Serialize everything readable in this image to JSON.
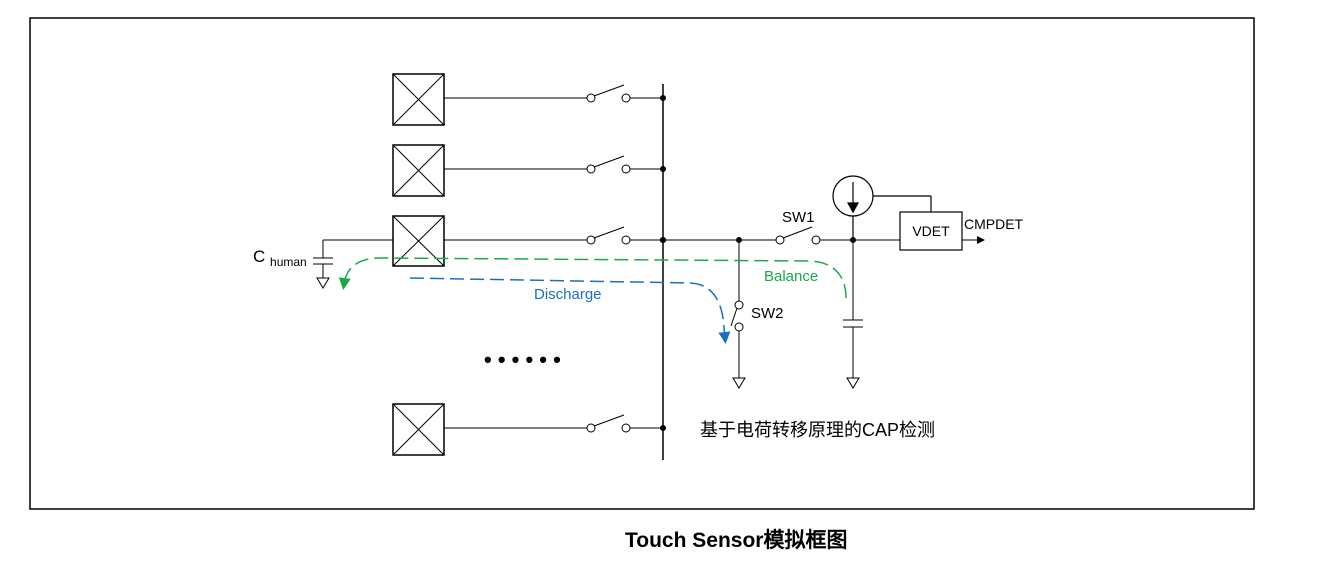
{
  "labels": {
    "c_human_main": "C",
    "c_human_sub": "human",
    "sw1": "SW1",
    "sw2": "SW2",
    "vdet": "VDET",
    "cmpdet": "CMPDET",
    "balance": "Balance",
    "discharge": "Discharge",
    "dots": "• • • • • •",
    "principle": "基于电荷转移原理的CAP检测"
  },
  "caption": "Touch Sensor模拟框图",
  "colors": {
    "line": "#000000",
    "balance": "#1aa84a",
    "discharge": "#1b6fc0"
  }
}
